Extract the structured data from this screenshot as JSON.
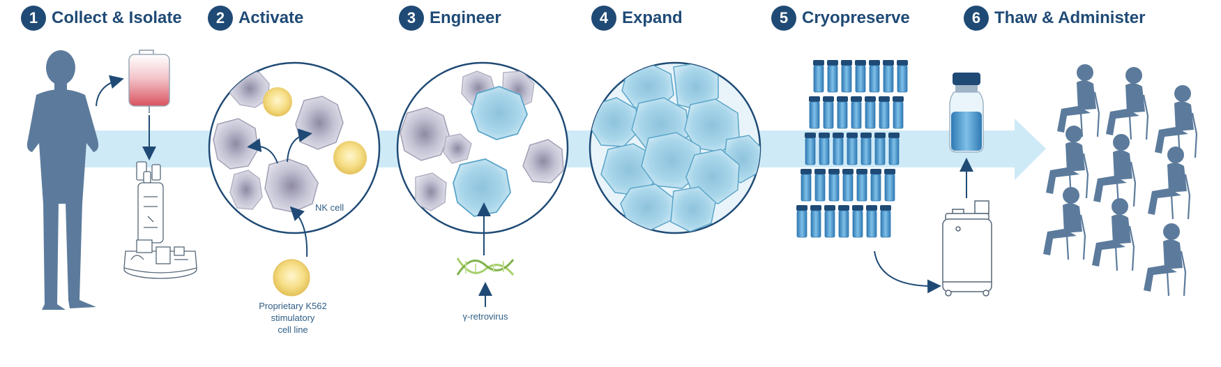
{
  "steps": [
    {
      "number": "1",
      "title": "Collect & Isolate"
    },
    {
      "number": "2",
      "title": "Activate"
    },
    {
      "number": "3",
      "title": "Engineer"
    },
    {
      "number": "4",
      "title": "Expand"
    },
    {
      "number": "5",
      "title": "Cryopreserve"
    },
    {
      "number": "6",
      "title": "Thaw & Administer"
    }
  ],
  "labels": {
    "nk_cell": "NK cell",
    "k562_line1": "Proprietary K562",
    "k562_line2": "stimulatory",
    "k562_line3": "cell line",
    "retrovirus": "γ-retrovirus"
  },
  "colors": {
    "navy": "#1f4a75",
    "flow_band": "#cfeaf7",
    "silhouette": "#5c7b9c",
    "teal_cell": "#9dcde4",
    "grey_cell": "#b7b6c8",
    "k562_yellow": "#f6de86",
    "blood_red": "#d9525f",
    "vial_blue": "#3f8fc8"
  }
}
